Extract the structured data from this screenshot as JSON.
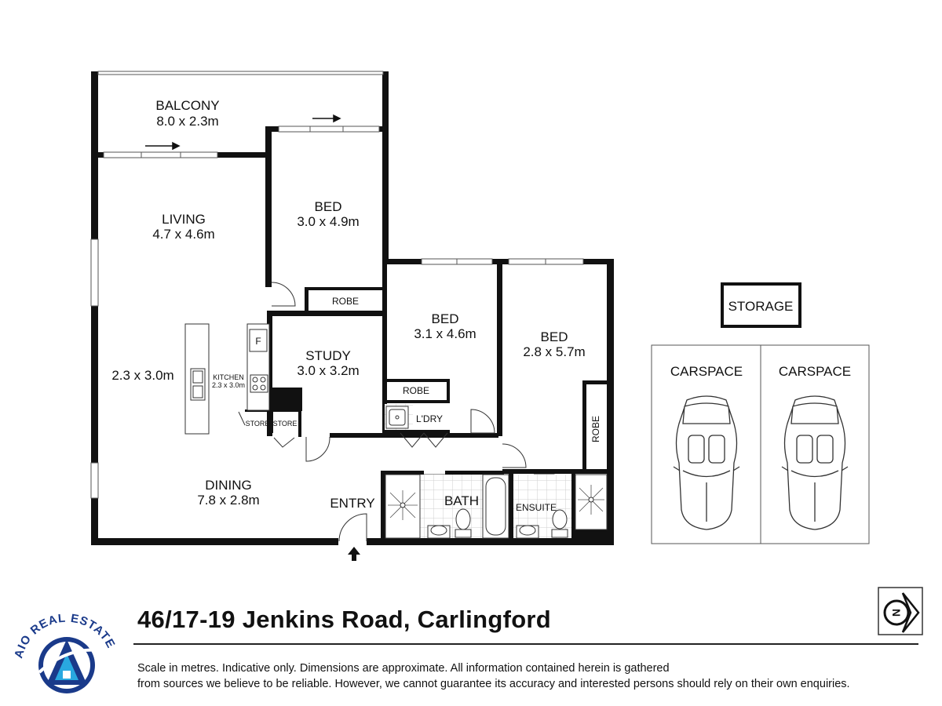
{
  "rooms": {
    "balcony": {
      "name": "BALCONY",
      "dims": "8.0 x 2.3m"
    },
    "living": {
      "name": "LIVING",
      "dims": "4.7 x 4.6m"
    },
    "bed1": {
      "name": "BED",
      "dims": "3.0 x 4.9m"
    },
    "bed2": {
      "name": "BED",
      "dims": "3.1 x 4.6m"
    },
    "bed3": {
      "name": "BED",
      "dims": "2.8 x 5.7m"
    },
    "study": {
      "name": "STUDY",
      "dims": "3.0 x 3.2m"
    },
    "dining": {
      "name": "DINING",
      "dims": "7.8 x 2.8m"
    },
    "kitchen": {
      "name": "KITCHEN",
      "dims": "2.3 x 3.0m"
    },
    "kitchen_area_dims": "2.3 x 3.0m",
    "entry": "ENTRY",
    "bath": "BATH",
    "ensuite": "ENSUITE",
    "laundry": "L'DRY",
    "robe": "ROBE",
    "store": "STORE",
    "fridge": "F",
    "storage": "STORAGE",
    "carspace": "CARSPACE"
  },
  "address": "46/17-19 Jenkins Road, Carlingford",
  "disclaimer": {
    "line1": "Scale in metres. Indicative only. Dimensions are approximate. All information contained herein is gathered",
    "line2": "from sources we believe to be reliable. However, we cannot guarantee its accuracy and interested persons should rely on their own enquiries."
  },
  "logo": {
    "text": "AIO REAL ESTATE",
    "color": "#1a3a8a",
    "accent": "#29a8e0"
  },
  "compass_label": "N",
  "colors": {
    "wall": "#111111",
    "tile_line": "#cfcfcf"
  }
}
